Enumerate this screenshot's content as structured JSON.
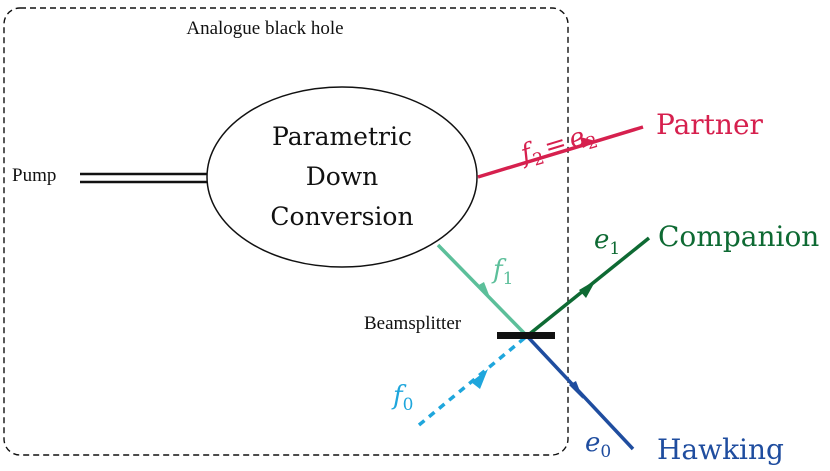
{
  "box_title": "Analogue black hole",
  "center": {
    "line1": "Parametric",
    "line2": "Down",
    "line3": "Conversion"
  },
  "input": {
    "label": "Pump"
  },
  "beamsplitter": {
    "label": "Beamsplitter"
  },
  "modes": {
    "f0": {
      "base": "f",
      "sub": "0"
    },
    "f1": {
      "base": "f",
      "sub": "1"
    },
    "f2": {
      "base": "f",
      "sub": "2",
      "eq": "=",
      "base2": "e",
      "sub2": "2"
    },
    "e1": {
      "base": "e",
      "sub": "1"
    },
    "e0": {
      "base": "e",
      "sub": "0"
    }
  },
  "outputs": {
    "partner": "Partner",
    "companion": "Companion",
    "hawking": "Hawking"
  },
  "colors": {
    "partner": "#d6204e",
    "companion": "#0e6a33",
    "hawking": "#1f4d9f",
    "f1": "#5cbf9a",
    "f0": "#1fa6dc",
    "line": "#111111"
  }
}
